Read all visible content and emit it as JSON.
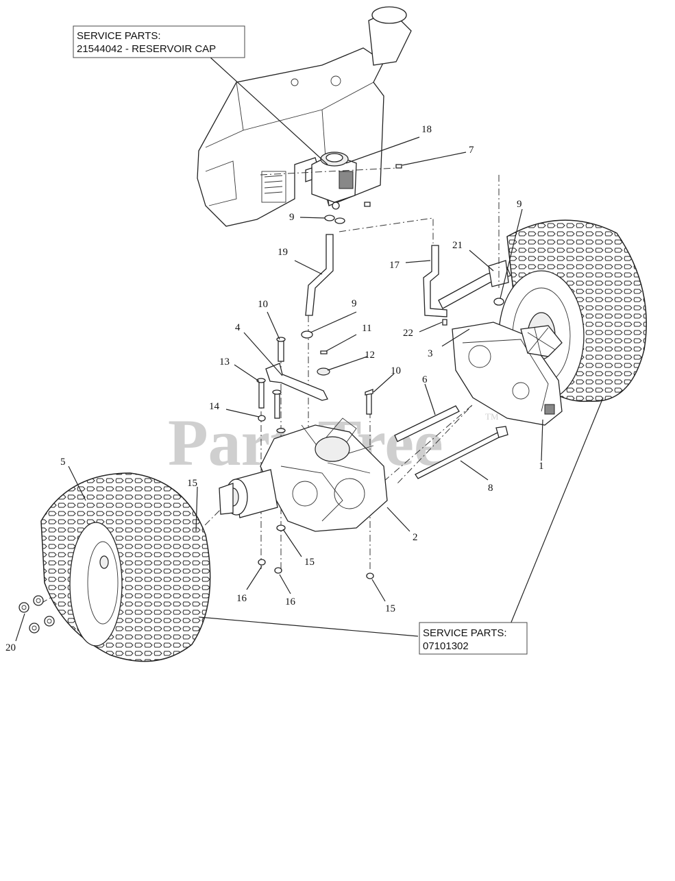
{
  "callouts": {
    "reservoir_line1": "SERVICE PARTS:",
    "reservoir_line2": "21544042 - RESERVOIR CAP",
    "tire_line1": "SERVICE PARTS:",
    "tire_line2": "07101302"
  },
  "watermark": {
    "text": "PartsTree",
    "tm": "TM"
  },
  "part_numbers": {
    "p1": "1",
    "p2": "2",
    "p3": "3",
    "p4": "4",
    "p5": "5",
    "p6": "6",
    "p7": "7",
    "p8": "8",
    "p9a": "9",
    "p9b": "9",
    "p9c": "9",
    "p10a": "10",
    "p10b": "10",
    "p11": "11",
    "p12": "12",
    "p13": "13",
    "p14": "14",
    "p15a": "15",
    "p15b": "15",
    "p15c": "15",
    "p16a": "16",
    "p16b": "16",
    "p17": "17",
    "p18": "18",
    "p19": "19",
    "p20": "20",
    "p21": "21",
    "p22": "22"
  }
}
